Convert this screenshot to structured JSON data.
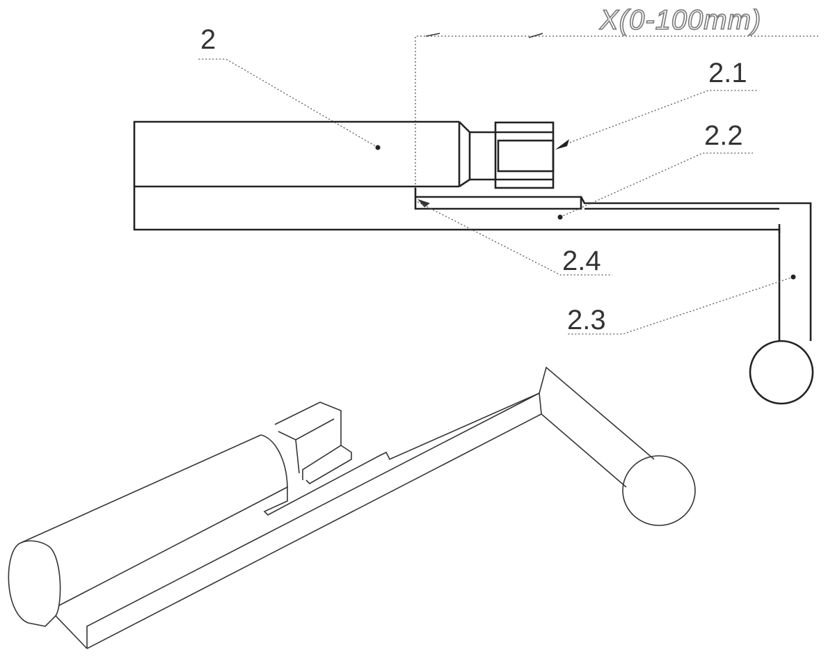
{
  "labels": {
    "part_2": "2",
    "part_2_1": "2.1",
    "part_2_2": "2.2",
    "part_2_3": "2.3",
    "part_2_4": "2.4",
    "dimension": "X(0-100mm)"
  }
}
